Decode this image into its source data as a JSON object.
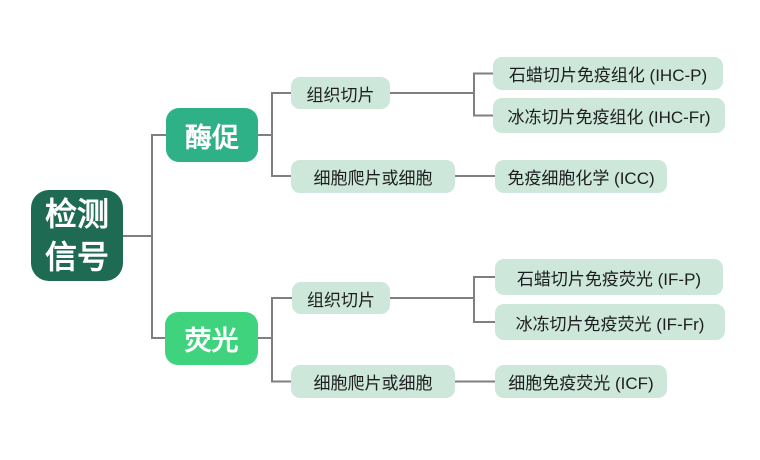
{
  "palette": {
    "page_bg": "#ffffff",
    "root_bg": "#1e6a52",
    "branch1_bg": "#2fb187",
    "branch2_bg": "#3fd37e",
    "leaf_bg": "#cde8da",
    "light_text": "#ffffff",
    "dark_text": "#1d1d1f",
    "connector": "#7f7f7f"
  },
  "root": {
    "label": "检测信号",
    "line1": "检测",
    "line2": "信号"
  },
  "branches": [
    {
      "label": "酶促",
      "groups": [
        {
          "label": "组织切片",
          "leaves": [
            "石蜡切片免疫组化 (IHC-P)",
            "冰冻切片免疫组化 (IHC-Fr)"
          ]
        },
        {
          "label": "细胞爬片或细胞",
          "leaves": [
            "免疫细胞化学 (ICC)"
          ]
        }
      ]
    },
    {
      "label": "荧光",
      "groups": [
        {
          "label": "组织切片",
          "leaves": [
            "石蜡切片免疫荧光 (IF-P)",
            "冰冻切片免疫荧光 (IF-Fr)"
          ]
        },
        {
          "label": "细胞爬片或细胞",
          "leaves": [
            "细胞免疫荧光 (ICF)"
          ]
        }
      ]
    }
  ]
}
